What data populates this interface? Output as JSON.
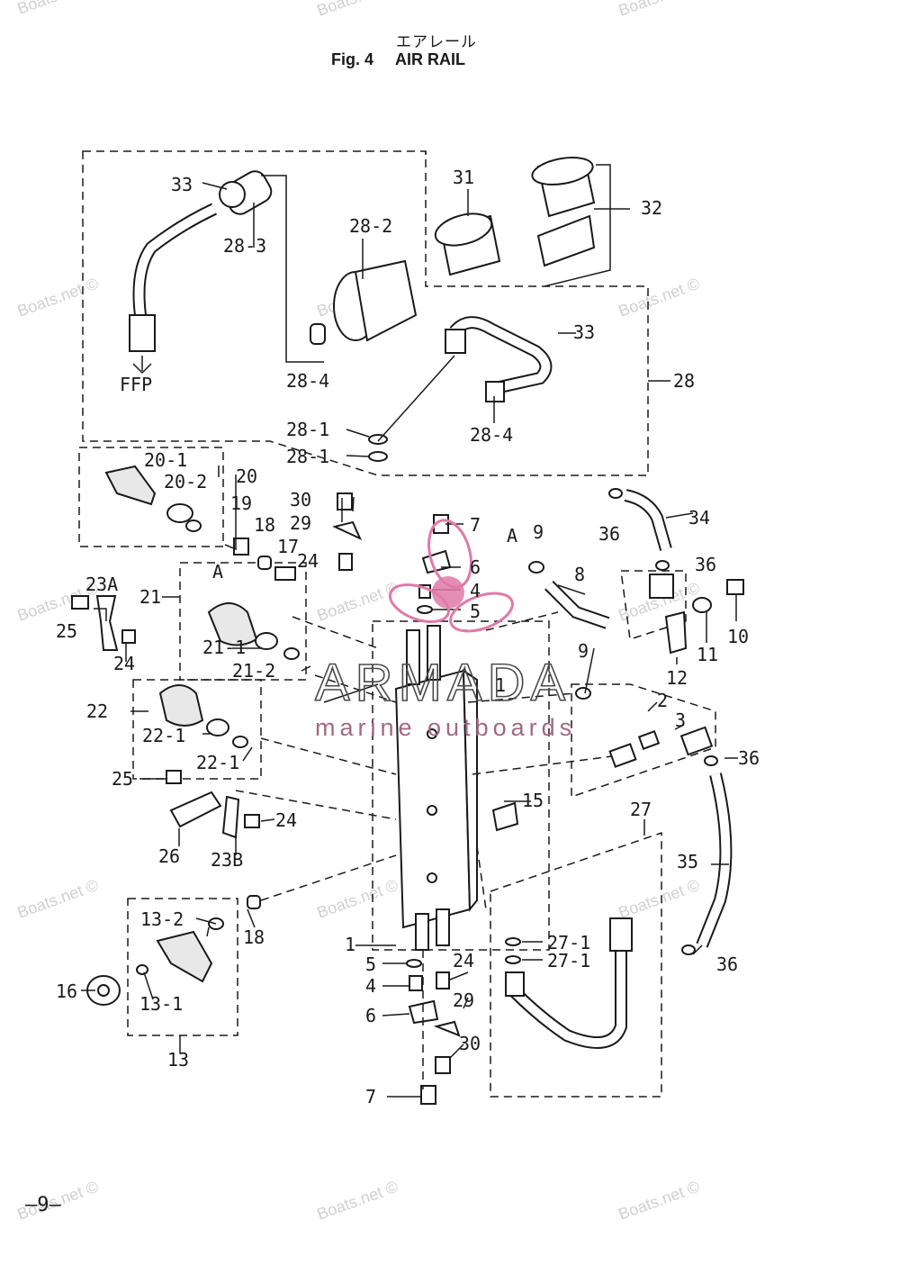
{
  "header": {
    "title_jp": "エアレール",
    "fig_number": "Fig. 4",
    "fig_title": "AIR RAIL"
  },
  "watermark": {
    "text": "Boats.net ©",
    "brand_name": "ARMADA",
    "brand_tagline": "marine outboards",
    "brand_color": "#e07aa8"
  },
  "callouts": {
    "c33a": "33",
    "c28_3": "28-3",
    "c28_2": "28-2",
    "c31": "31",
    "c32": "32",
    "c33b": "33",
    "c28": "28",
    "c28_4a": "28-4",
    "c28_4b": "28-4",
    "ffp": "FFP",
    "c28_1a": "28-1",
    "c28_1b": "28-1",
    "c20_1": "20-1",
    "c20_2": "20-2",
    "c20": "20",
    "c30a": "30",
    "c29a": "29",
    "c19": "19",
    "c18a": "18",
    "c17": "17",
    "c24a": "24",
    "c7a": "7",
    "c6a": "6",
    "c4a": "4",
    "c5a": "5",
    "c36a": "36",
    "c34": "34",
    "cA1": "A",
    "c9a": "9",
    "c8": "8",
    "c36b": "36",
    "c10": "10",
    "c11": "11",
    "c12": "12",
    "c9b": "9",
    "c23a": "23A",
    "c25a": "25",
    "c24b": "24",
    "c21": "21",
    "cA2": "A",
    "c21_1": "21-1",
    "c21_2": "21-2",
    "c1a": "1",
    "c2": "2",
    "c3": "3",
    "c36c": "36",
    "c22": "22",
    "c22_1a": "22-1",
    "c22_1b": "22-1",
    "c25b": "25",
    "c24c": "24",
    "c15": "15",
    "c27": "27",
    "c26": "26",
    "c23b": "23B",
    "c35": "35",
    "c13_2": "13-2",
    "c18b": "18",
    "c16": "16",
    "c13_1": "13-1",
    "c13": "13",
    "c1b": "1",
    "c5b": "5",
    "c24d": "24",
    "c4b": "4",
    "c29b": "29",
    "c6b": "6",
    "c30b": "30",
    "c7b": "7",
    "c27_1a": "27-1",
    "c27_1b": "27-1",
    "c36d": "36"
  },
  "footer": {
    "page_number": "—9—"
  }
}
